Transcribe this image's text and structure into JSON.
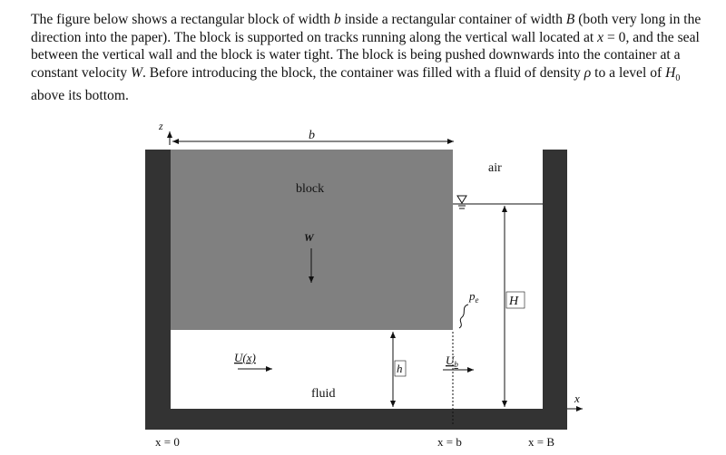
{
  "paragraph": {
    "s1": "The figure below shows a rectangular block of width ",
    "v_b": "b",
    "s2": " inside a rectangular container of width ",
    "v_B": "B",
    "s3": " (both very long in the direction into the paper). The block is supported on tracks running along the vertical wall located at ",
    "v_x": "x",
    "s4": " = 0, and the seal between the vertical wall and the block is water tight. The block is being pushed downwards into the container at a constant velocity ",
    "v_W": "W",
    "s5": ". Before introducing the block, the container was filled with a fluid of density ",
    "v_rho": "ρ",
    "s6": " to a level of ",
    "v_H0": "H",
    "v_H0sub": "0",
    "s7": " above its bottom."
  },
  "figure": {
    "z_axis": "z",
    "x_axis": "x",
    "width_b": "b",
    "block": "block",
    "velocity_W": "W",
    "air": "air",
    "pressure": "p",
    "pressure_sub": "e",
    "height_H": "H",
    "velocity_Ux": "U(x)",
    "height_h": "h",
    "velocity_Ub": "U",
    "velocity_Ub_sub": "b",
    "fluid": "fluid",
    "x_eq_0": "x = 0",
    "x_eq_b": "x = b",
    "x_eq_B": "x = B"
  },
  "colors": {
    "wall": "#333333",
    "block": "#808080",
    "fluid_bg": "#ffffff"
  }
}
